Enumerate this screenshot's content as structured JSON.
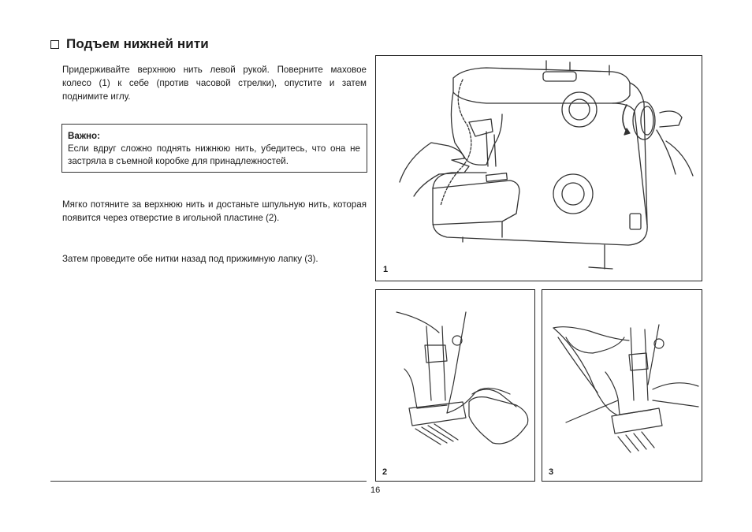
{
  "heading": "Подъем нижней нити",
  "paragraph1": "Придерживайте верхнюю нить левой рукой. Поверните маховое колесо (1) к себе (против часовой стрелки), опустите и затем поднимите иглу.",
  "important": {
    "title": "Важно:",
    "body": "Если вдруг сложно поднять нижнюю нить, убедитесь, что она не застряла в съемной коробке для принадлежностей."
  },
  "paragraph2": "Мягко потяните за верхнюю нить и достаньте шпульную нить, которая появится через отверстие в игольной пластине (2).",
  "paragraph3": "Затем проведите обе нитки назад под прижимную  лапку (3).",
  "figures": [
    {
      "label": "1"
    },
    {
      "label": "2"
    },
    {
      "label": "3"
    }
  ],
  "page_number": "16"
}
